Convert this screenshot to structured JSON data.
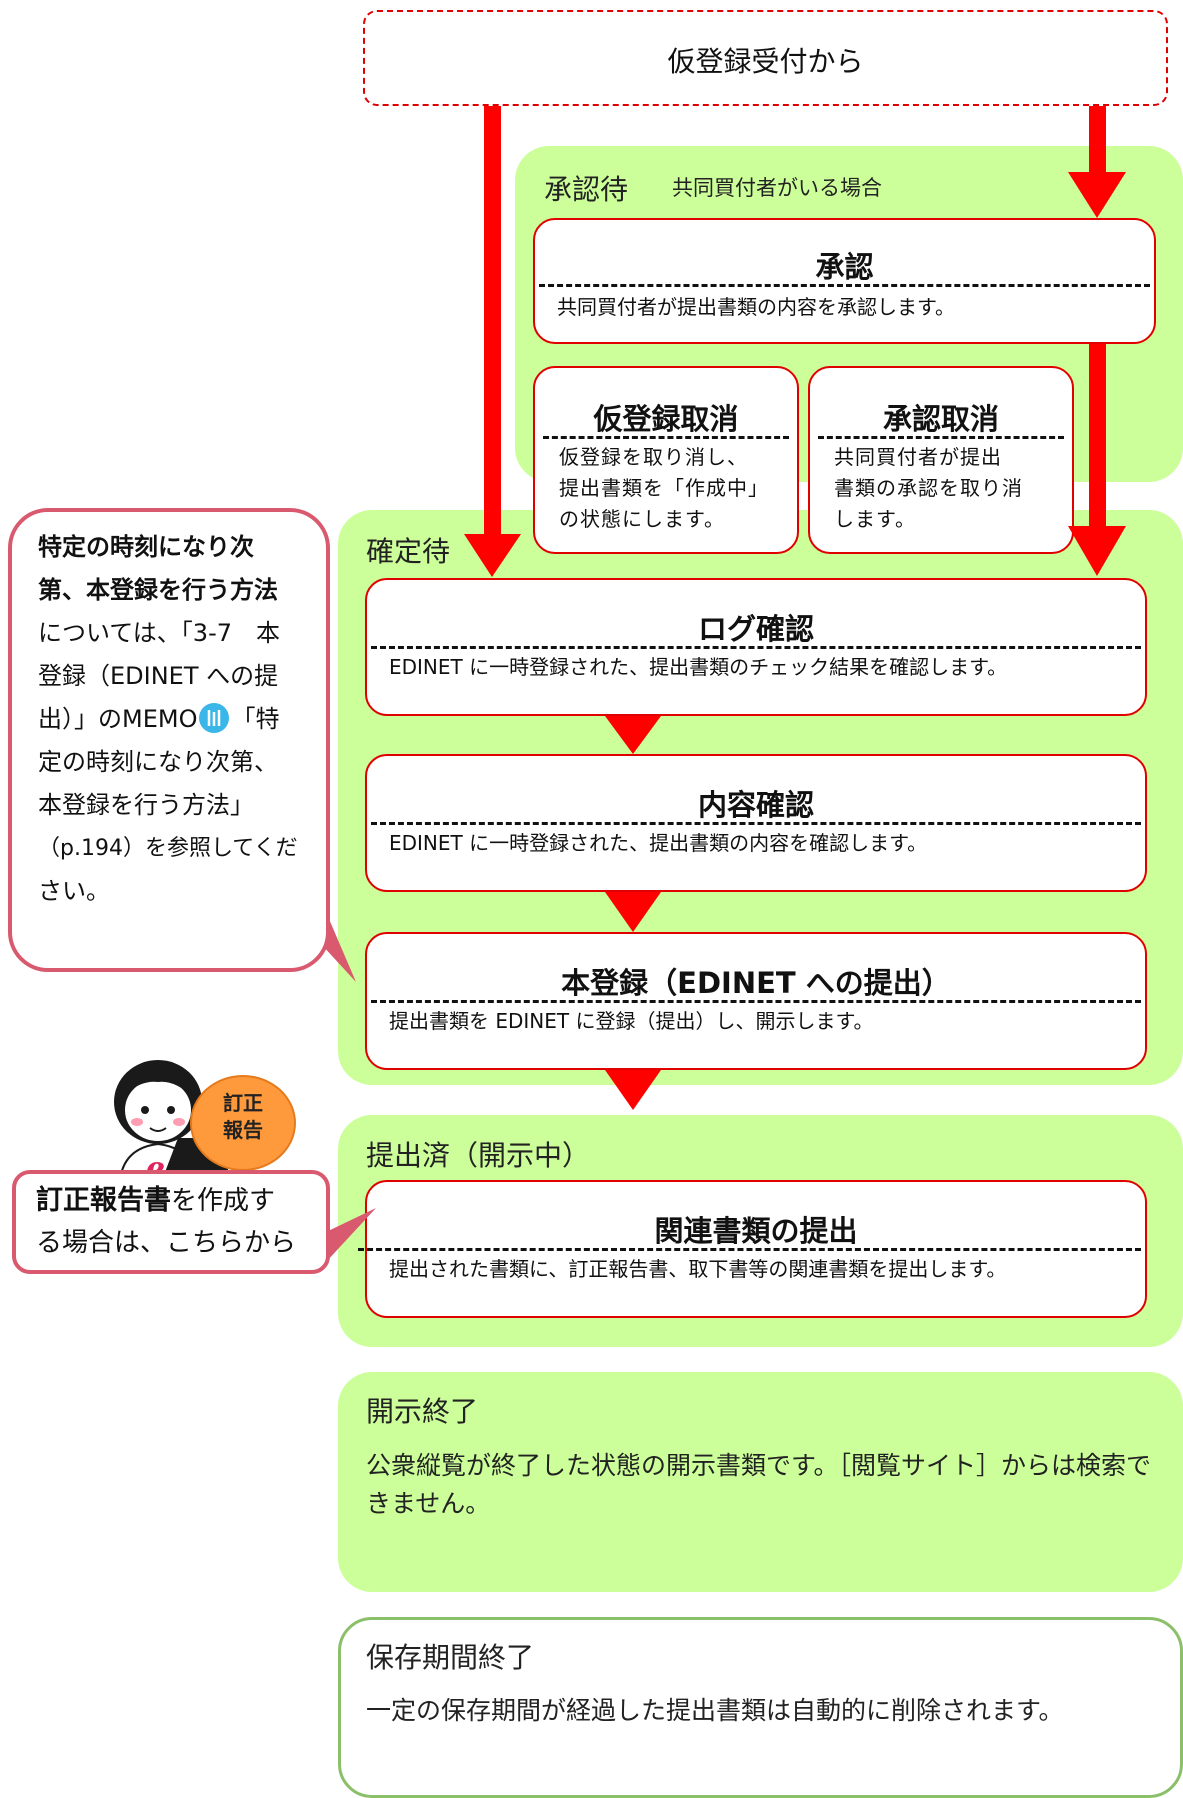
{
  "start": {
    "label": "仮登録受付から"
  },
  "approval_zone": {
    "title": "承認待",
    "note": "共同買付者がいる場合",
    "approve_box": {
      "title": "承認",
      "desc": "共同買付者が提出書類の内容を承認します。"
    },
    "cancel_reg_box": {
      "title": "仮登録取消",
      "desc_lines": [
        "仮登録を取り消し、",
        "提出書類を「作成中」",
        "の状態にします。"
      ]
    },
    "cancel_approval_box": {
      "title": "承認取消",
      "desc_lines": [
        "共同買付者が提出",
        "書類の承認を取り消",
        "します。"
      ]
    }
  },
  "confirm_zone": {
    "title": "確定待",
    "log_box": {
      "title": "ログ確認",
      "desc": "EDINET に一時登録された、提出書類のチェック結果を確認します。"
    },
    "content_box": {
      "title": "内容確認",
      "desc": "EDINET に一時登録された、提出書類の内容を確認します。"
    },
    "register_box": {
      "title": "本登録（EDINET への提出）",
      "desc": "提出書類を EDINET に登録（提出）し、開示します。"
    }
  },
  "submitted_zone": {
    "title": "提出済（開示中）",
    "related_box": {
      "title": "関連書類の提出",
      "desc": "提出された書類に、訂正報告書、取下書等の関連書類を提出します。"
    }
  },
  "disclosure_end_zone": {
    "title": "開示終了",
    "text": "公衆縦覧が終了した状態の開示書類です。［閲覧サイト］からは検索できません。"
  },
  "retention_end_zone": {
    "title": "保存期間終了",
    "text": "一定の保存期間が経過した提出書類は自動的に削除されます。"
  },
  "left_callout": {
    "bold_lines": [
      "特定の時刻になり次",
      "第、本登録を行う方法"
    ],
    "lines": [
      "については、「3-7　本",
      "登録（EDINET への提",
      "出）」のMEMO",
      "「特",
      "定の時刻になり次第、",
      "本登録を行う方法」",
      "（p.194）を参照してくだ",
      "さい。"
    ]
  },
  "correction_callout": {
    "badge_lines": [
      "訂正",
      "報告"
    ],
    "bold": "訂正報告書",
    "rest": "を作成す",
    "line2": "る場合は、こちらから"
  },
  "colors": {
    "arrow": "#ff0000",
    "zone": "#ccff99",
    "box_border": "#e10000",
    "callout_border": "#d9596f",
    "badge": "#ff9a3c"
  }
}
